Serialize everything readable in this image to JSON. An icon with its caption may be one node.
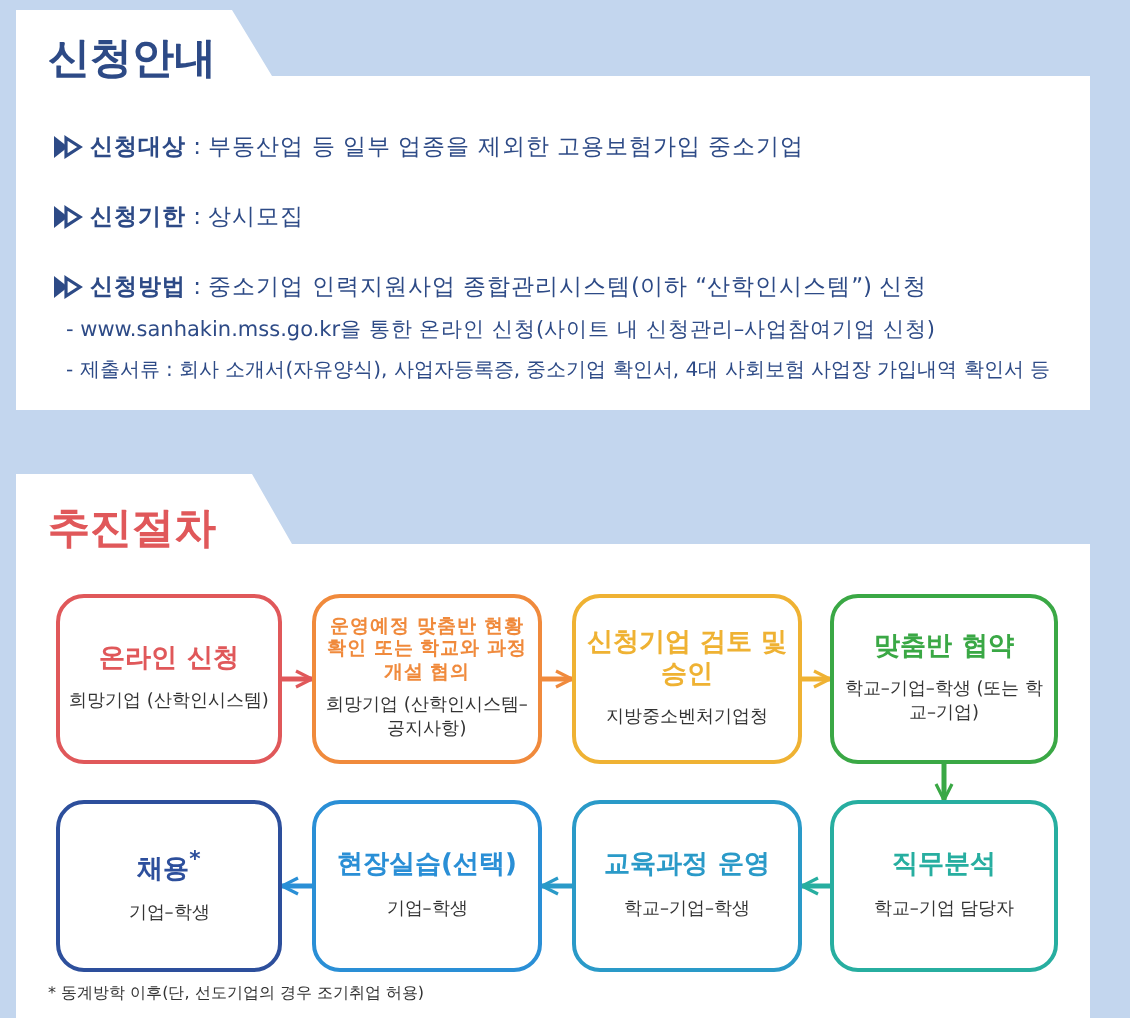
{
  "diagram": {
    "nodes": [
      {
        "text": [
          "온라인 신청",
          "희망기업 (산학인시스템)"
        ]
      },
      {
        "text": [
          "운영예정 맞춤반 현황 확인 또는 학교와 과정 개설 협의",
          "희망기업 (산학인시스템–공지사항)"
        ]
      },
      {
        "text": [
          "신청기업 검토 및 승인",
          "지방중소벤처기업청"
        ]
      },
      {
        "text": [
          "맞춤반 협약",
          "학교–기업–학생 (또는 학교–기업)"
        ]
      },
      {
        "text": [
          "직무분석",
          "학교–기업 담당자"
        ]
      },
      {
        "text": [
          "교육과정 운영",
          "학교–기업–학생"
        ]
      },
      {
        "text": [
          "현장실습(선택)",
          "기업–학생"
        ]
      },
      {
        "text": [
          "채용$^{*}$",
          "기업–학생"
        ]
      }
    ],
    "edges": [
      {
        "from": 0,
        "to": 1,
        "arrow": "to",
        "color": "#e0585a"
      },
      {
        "from": 1,
        "to": 2,
        "arrow": "to",
        "color": "#f08a3c"
      },
      {
        "from": 2,
        "to": 3,
        "arrow": "to",
        "color": "#efb233"
      },
      {
        "from": 3,
        "to": 4,
        "arrow": "to",
        "color": "#3aa845"
      },
      {
        "from": 4,
        "to": 5,
        "arrow": "to",
        "color": "#27aea0"
      },
      {
        "from": 5,
        "to": 6,
        "arrow": "to",
        "color": "#2a9ac8"
      },
      {
        "from": 6,
        "to": 7,
        "arrow": "to",
        "color": "#2a8fd6"
      }
    ],
    "labels": [
      "신청안내",
      "**신청대상** : 부동산업 등 일부 업종을 제외한 고용보험가입 중소기업",
      "**신청기한** : 상시모집",
      "**신청방법** : 중소기업 인력지원사업 종합관리시스템(이하 “산학인시스템”) 신청",
      "- www.sanhakin.mss.go.kr을 통한 온라인 신청(사이트 내 신청관리–사업참여기업 신청)",
      "- 제출서류 : 회사 소개서(자유양식), 사업자등록증, 중소기업 확인서, 4대 사회보험 사업장 가입내역 확인서 등",
      "추진절차",
      "* 동계방학 이후(단, 선도기업의 경우 조기취업 허용)"
    ]
  }
}
